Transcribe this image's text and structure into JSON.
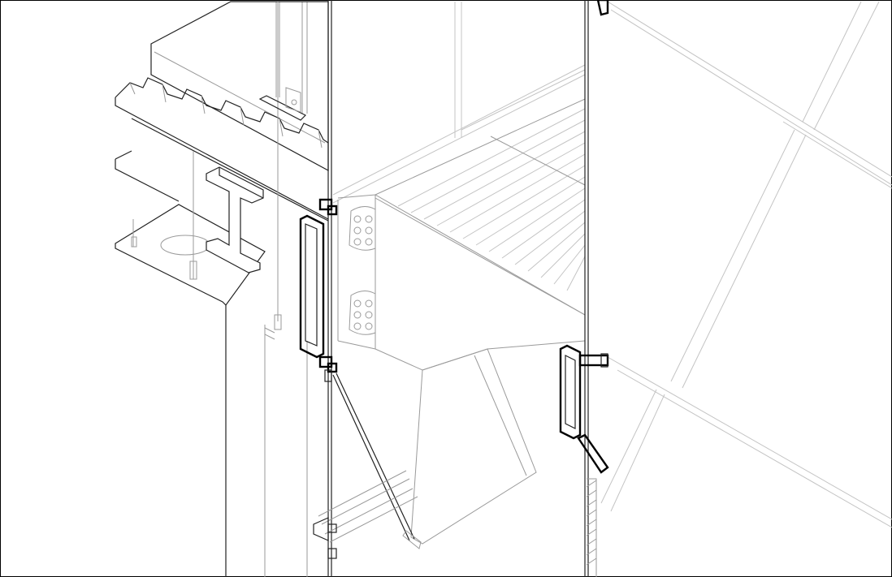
{
  "drawing": {
    "view": "axonometric",
    "line_color": "#222222",
    "background": "#ffffff",
    "elements": [
      "frame-border",
      "concrete-slab-edge",
      "corrugated-steel-decking",
      "i-beam",
      "curtain-wall-mullion-left",
      "curtain-wall-mullion-right",
      "hollow-section-left",
      "hollow-section-right",
      "bolt-plate-upper",
      "bolt-plate-lower",
      "grated-floor-panel",
      "sloped-soffit-panel",
      "diagonal-brace",
      "spandrel-glass-grid",
      "hanger-rods",
      "window-frame-extrusion",
      "louver-stack"
    ]
  }
}
